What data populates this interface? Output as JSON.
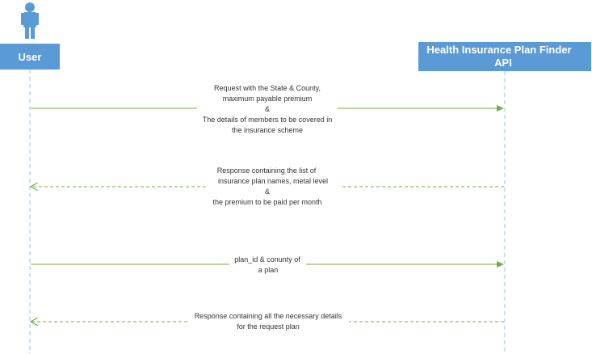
{
  "colors": {
    "lifeline_box": "#5b9bd5",
    "lifeline_text": "#ffffff",
    "lifeline_dash": "#9dc3e6",
    "message_line": "#70ad47",
    "message_text": "#333333"
  },
  "lifelines": {
    "user": {
      "label": "User",
      "icon": "actor-icon"
    },
    "api": {
      "label_line1": "Health Insurance Plan Finder",
      "label_line2": "API"
    }
  },
  "messages": [
    {
      "from": "user",
      "to": "api",
      "style": "solid",
      "lines": [
        "Request with the State & County,",
        "maximum payable premium",
        "&",
        "The details of members to be covered in",
        "the insurance scheme"
      ]
    },
    {
      "from": "api",
      "to": "user",
      "style": "dashed",
      "lines": [
        "Response containing the list of",
        "insurance plan names, metal level",
        "&",
        "the premium to be paid per month"
      ]
    },
    {
      "from": "user",
      "to": "api",
      "style": "solid",
      "lines": [
        "plan_id & conunty of",
        "a plan"
      ]
    },
    {
      "from": "api",
      "to": "user",
      "style": "dashed",
      "lines": [
        "Response containing all the necessary details",
        "for the request plan"
      ]
    }
  ]
}
